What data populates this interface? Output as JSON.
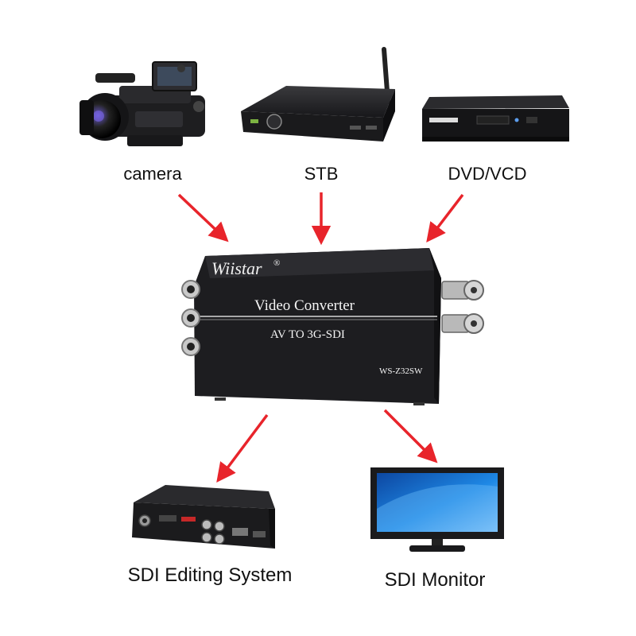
{
  "sources": [
    {
      "id": "camera",
      "label": "camera",
      "icon": "video-camera-icon"
    },
    {
      "id": "stb",
      "label": "STB",
      "icon": "set-top-box-icon"
    },
    {
      "id": "dvd",
      "label": "DVD/VCD",
      "icon": "dvd-player-icon"
    }
  ],
  "converter": {
    "brand": "Wiistar",
    "brand_mark": "®",
    "title": "Video Converter",
    "subtitle": "AV TO 3G-SDI",
    "model": "WS-Z32SW"
  },
  "outputs": [
    {
      "id": "editing",
      "label": "SDI Editing System",
      "icon": "sdi-editing-system-icon"
    },
    {
      "id": "monitor",
      "label": "SDI Monitor",
      "icon": "sdi-monitor-icon"
    }
  ],
  "colors": {
    "arrow": "#e8242b",
    "device_dark": "#1b1b1d",
    "screen_blue": "#1e88e5"
  }
}
